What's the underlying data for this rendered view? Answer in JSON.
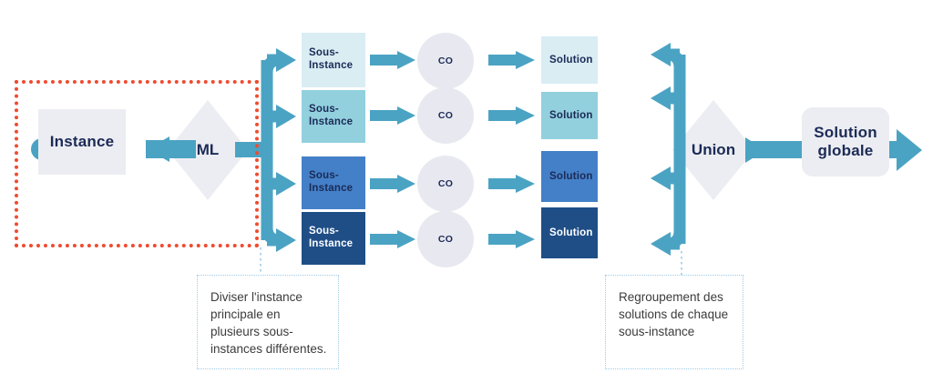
{
  "diagram": {
    "title": "Decomposition ML / CO pipeline",
    "colors": {
      "teal_arrow": "#4ba3c3",
      "node_grey": "#ecedf2",
      "co_grey": "#e8e9f0",
      "text_navy": "#1b2a56",
      "red_dotted": "#ef4b30",
      "blue_dotted": "#9ecbe8",
      "shade_1": "#d9edf3",
      "shade_2": "#92d0de",
      "shade_3": "#4480c8",
      "shade_4": "#1f4e87"
    }
  },
  "input": {
    "instance_label": "Instance",
    "ml_label": "ML"
  },
  "rows": [
    {
      "sub_instance_label": "Sous-\nInstance",
      "co_label": "CO",
      "solution_label": "Solution",
      "color": "#d9edf3",
      "text_color": "#1b2a56"
    },
    {
      "sub_instance_label": "Sous-\nInstance",
      "co_label": "CO",
      "solution_label": "Solution",
      "color": "#92d0de",
      "text_color": "#1b2a56"
    },
    {
      "sub_instance_label": "Sous-\nInstance",
      "co_label": "CO",
      "solution_label": "Solution",
      "color": "#4480c8",
      "text_color": "#1b2a56"
    },
    {
      "sub_instance_label": "Sous-\nInstance",
      "co_label": "CO",
      "solution_label": "Solution",
      "color": "#1f4e87",
      "text_color": "#ffffff"
    }
  ],
  "output": {
    "union_label": "Union",
    "global_solution_label": "Solution\nglobale"
  },
  "captions": {
    "split": "Diviser l'instance principale en plusieurs sous-instances différentes.",
    "merge": "Regroupement des solutions de chaque sous-instance"
  }
}
